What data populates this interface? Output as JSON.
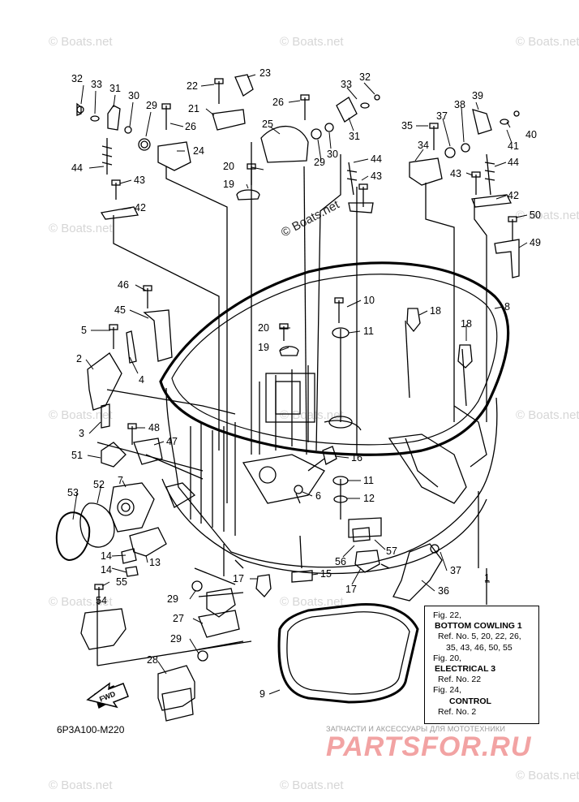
{
  "watermark": "© Boats.net",
  "center_watermark": "© Boats.net",
  "drawing_code": "6P3A100-M220",
  "fwd_label": "FWD",
  "info_box": {
    "lines": [
      {
        "text": "Fig. 22,",
        "kind": "r"
      },
      {
        "text": "BOTTOM COWLING 1",
        "kind": "t"
      },
      {
        "text": "Ref. No. 5, 20, 22, 26,",
        "kind": "r"
      },
      {
        "text": "35, 43, 46, 50, 55",
        "kind": "r2"
      },
      {
        "text": "Fig. 20,",
        "kind": "r"
      },
      {
        "text": "ELECTRICAL 3",
        "kind": "t"
      },
      {
        "text": "Ref. No. 22",
        "kind": "r"
      },
      {
        "text": "Fig. 24,",
        "kind": "r"
      },
      {
        "text": "CONTROL",
        "kind": "t2"
      },
      {
        "text": "Ref. No. 2",
        "kind": "r"
      }
    ]
  },
  "brand": {
    "tagline": "ЗАПЧАСТИ И АКСЕССУАРЫ ДЛЯ МОТОТЕХНИКИ",
    "logo": "PARTSFOR.RU"
  },
  "part_numbers": [
    "32",
    "33",
    "31",
    "30",
    "29",
    "26",
    "24",
    "22",
    "23",
    "21",
    "26",
    "25",
    "20",
    "19",
    "33",
    "32",
    "31",
    "30",
    "29",
    "44",
    "43",
    "37",
    "38",
    "39",
    "35",
    "34",
    "40",
    "41",
    "44",
    "43",
    "42",
    "44",
    "43",
    "42",
    "50",
    "49",
    "46",
    "45",
    "5",
    "4",
    "2",
    "3",
    "48",
    "47",
    "51",
    "10",
    "18",
    "20",
    "11",
    "19",
    "18",
    "8",
    "7",
    "53",
    "52",
    "16",
    "11",
    "6",
    "12",
    "14",
    "14",
    "13",
    "55",
    "54",
    "17",
    "15",
    "56",
    "57",
    "37",
    "17",
    "36",
    "1",
    "29",
    "27",
    "29",
    "28",
    "9"
  ]
}
